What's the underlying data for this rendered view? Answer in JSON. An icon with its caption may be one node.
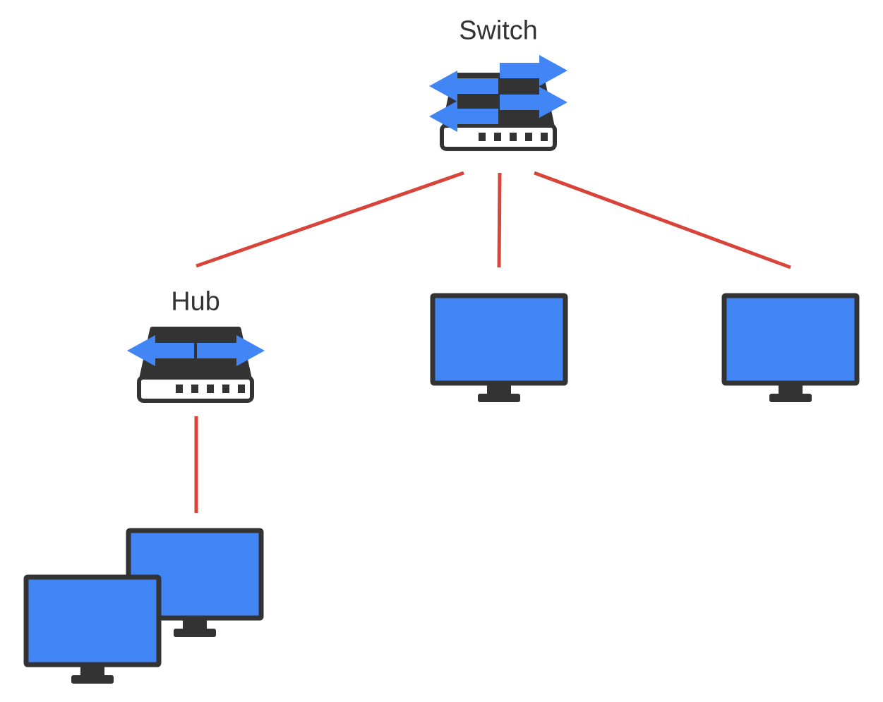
{
  "diagram": {
    "nodes": [
      {
        "text": [
          "Switch"
        ]
      },
      {
        "text": [
          "Hub"
        ]
      },
      {
        "text": [],
        "shape": "monitor"
      },
      {
        "text": [],
        "shape": "monitor"
      },
      {
        "text": [],
        "shape": "monitor"
      }
    ],
    "edges": [
      {
        "from": 0,
        "to": 1,
        "arrow": "none",
        "color": "#d9443a"
      },
      {
        "from": 0,
        "to": 2,
        "arrow": "none",
        "color": "#d9443a"
      },
      {
        "from": 0,
        "to": 3,
        "arrow": "none",
        "color": "#d9443a"
      },
      {
        "from": 1,
        "to": 4,
        "arrow": "none",
        "color": "#d9443a"
      }
    ]
  }
}
